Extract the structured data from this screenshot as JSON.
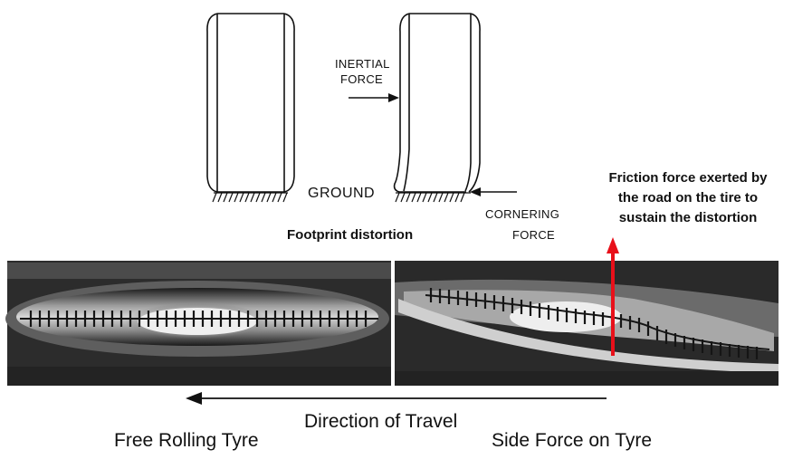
{
  "labels": {
    "inertial_force": [
      "INERTIAL",
      "FORCE"
    ],
    "ground": "GROUND",
    "cornering_force": [
      "CORNERING",
      "FORCE"
    ],
    "footprint_distortion": "Footprint distortion",
    "friction_note": [
      "Friction force exerted by",
      "the road on the tire to",
      "sustain the distortion"
    ],
    "direction_of_travel": "Direction of Travel",
    "free_rolling": "Free Rolling Tyre",
    "side_force": "Side Force on Tyre"
  },
  "colors": {
    "arrow_red": "#e8101a",
    "line": "#111111"
  }
}
